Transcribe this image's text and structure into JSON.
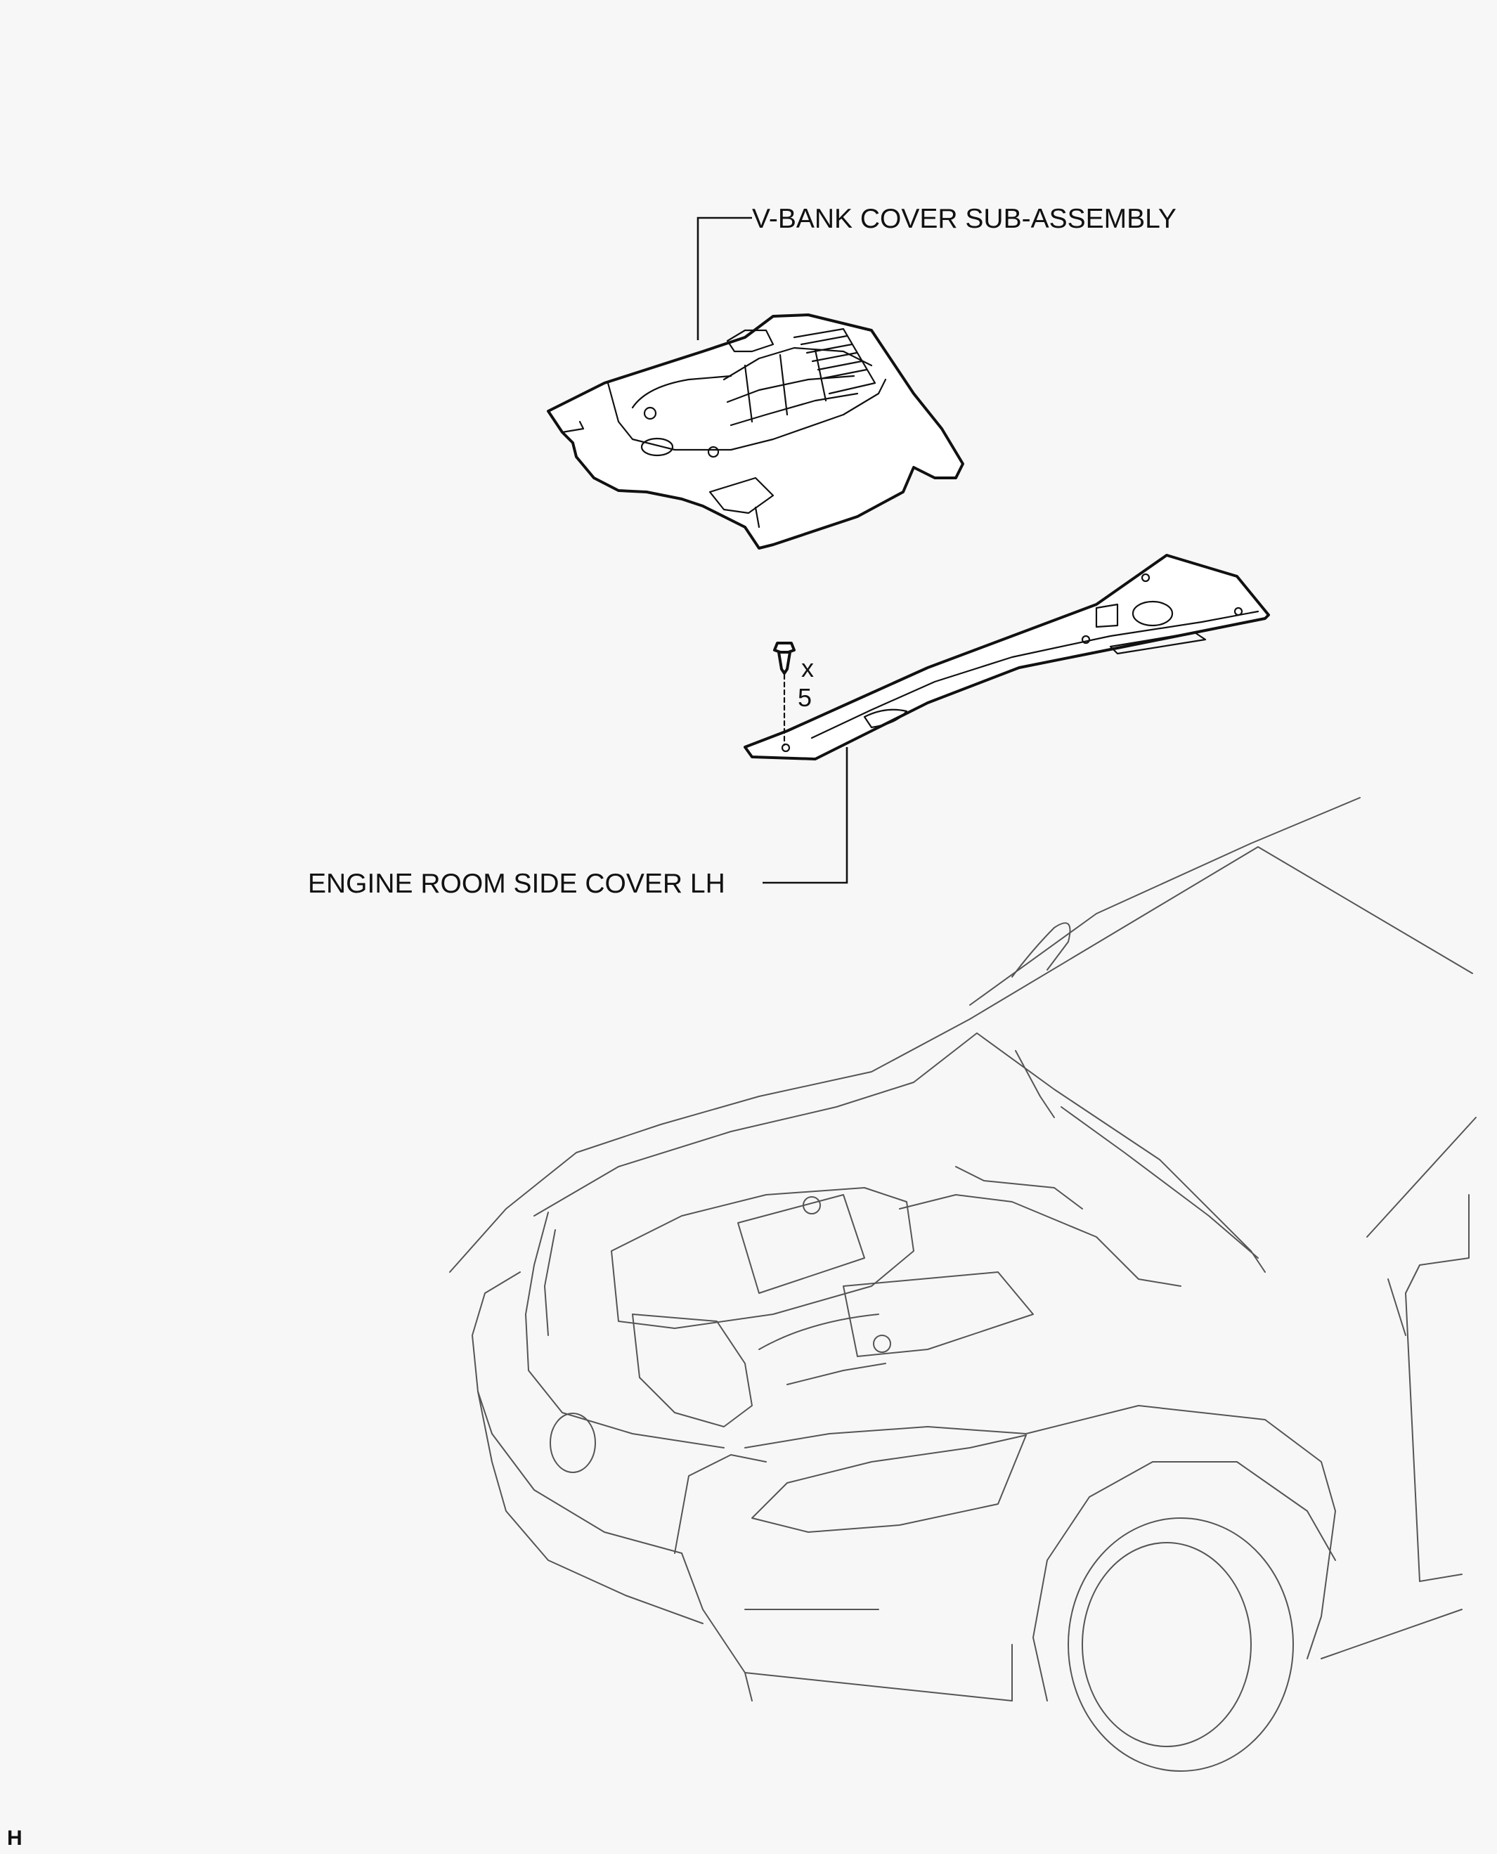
{
  "labels": {
    "v_bank_cover": "V-BANK COVER SUB-ASSEMBLY",
    "engine_room_side_cover": "ENGINE ROOM SIDE COVER LH",
    "clip_quantity_x": "x",
    "clip_quantity_value": "5",
    "corner_mark": "H"
  },
  "colors": {
    "background": "#f7f7f7",
    "line": "#111111",
    "car_outline": "#555555"
  }
}
